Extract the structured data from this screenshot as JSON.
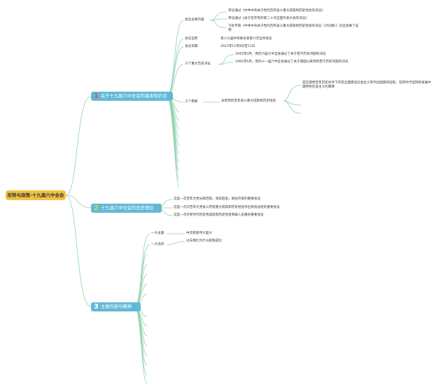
{
  "root": {
    "label": "形势与政策-十九届六中全会"
  },
  "topics": [
    {
      "num": "1",
      "label": "关于十九届六中全会的基本知识点"
    },
    {
      "num": "2",
      "label": "十九届六中全会的历史地位"
    },
    {
      "num": "3",
      "label": "主要内容与精神"
    }
  ],
  "t1": {
    "meeting_content": "会议主要内容",
    "items": [
      "审议通过《中共中央关于党的百年奋斗重大成就和历史经验的决议》",
      "审议通过《关于召开党的第二十次全国代表大会的决议》",
      "习近平就《中共中央关于党的百年奋斗重大成就和历史经验的决议（讨论稿）》向全会做了说明"
    ],
    "full_name_label": "会议全称",
    "full_name_value": "第十九届中央委员会第六次全体会议",
    "date_label": "会议日期",
    "date_value": "2021年11月8日至11日",
    "resolutions_label": "三个重大历史决议",
    "resolutions": [
      "1945年4月，党的六届七中全会通过了关于若干历史问题的决议",
      "1981年6月，党的十一届六中全会通过了关于建国以来党的若干历史问题的决议"
    ],
    "needs_label": "三个需要",
    "needs_sub": "总结党的百年奋斗重大成就和历史经验",
    "needs_detail": "是在建党百年历史条件下开启全面建设社会主义现代化国家新征程，在新时代坚持和发展中国特色社会主义的需要"
  },
  "t2": {
    "items": [
      "这是一次百年大党光辉历程，承前启后，继往开来的重要会议",
      "这是一次对百年大党奋斗历程重大成就和历史经验作出系统总结的重要会议",
      "这是一次开新时代历史性成就和历史性变革载入史册的重要会议"
    ]
  },
  "t3": {
    "theme_label": "一大主题",
    "theme_value": "中华民族伟大复兴",
    "question_label": "一大追问",
    "question_value": "过去我们为什么能够成功"
  }
}
